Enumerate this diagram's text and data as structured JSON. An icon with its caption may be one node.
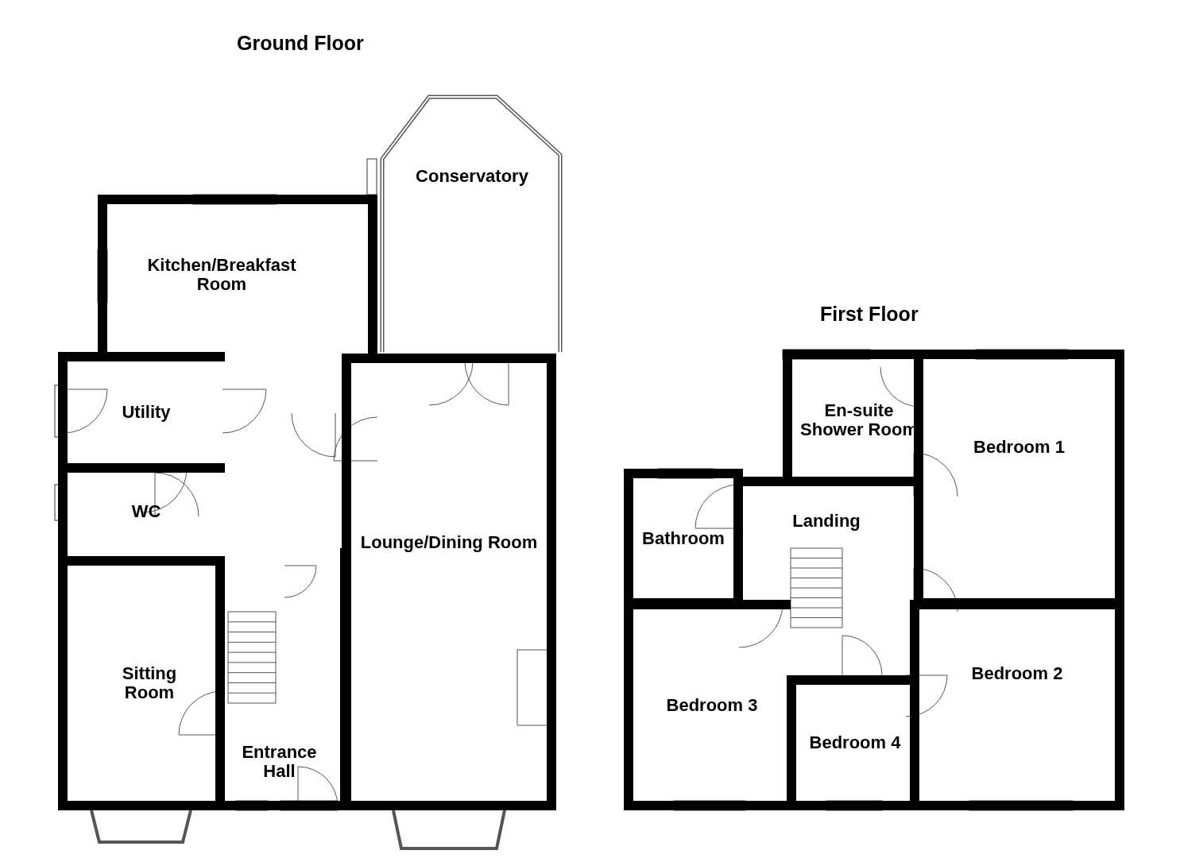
{
  "diagram": {
    "nodes": [
      {
        "text": [
          "Kitchen/Breakfast Room"
        ]
      },
      {
        "text": [
          "Conservatory"
        ]
      },
      {
        "text": [
          "Utility"
        ]
      },
      {
        "text": [
          "WC"
        ]
      },
      {
        "text": [
          "Sitting Room"
        ]
      },
      {
        "text": [
          "Entrance Hall"
        ]
      },
      {
        "text": [
          "Lounge/Dining Room"
        ]
      },
      {
        "text": [
          "En-suite Shower Room"
        ]
      },
      {
        "text": [
          "Bedroom 1"
        ]
      },
      {
        "text": [
          "Bathroom"
        ]
      },
      {
        "text": [
          "Landing"
        ]
      },
      {
        "text": [
          "Bedroom 3"
        ]
      },
      {
        "text": [
          "Bedroom 4"
        ]
      },
      {
        "text": [
          "Bedroom 2"
        ]
      }
    ],
    "labels": [
      "Ground Floor",
      "First Floor"
    ]
  }
}
